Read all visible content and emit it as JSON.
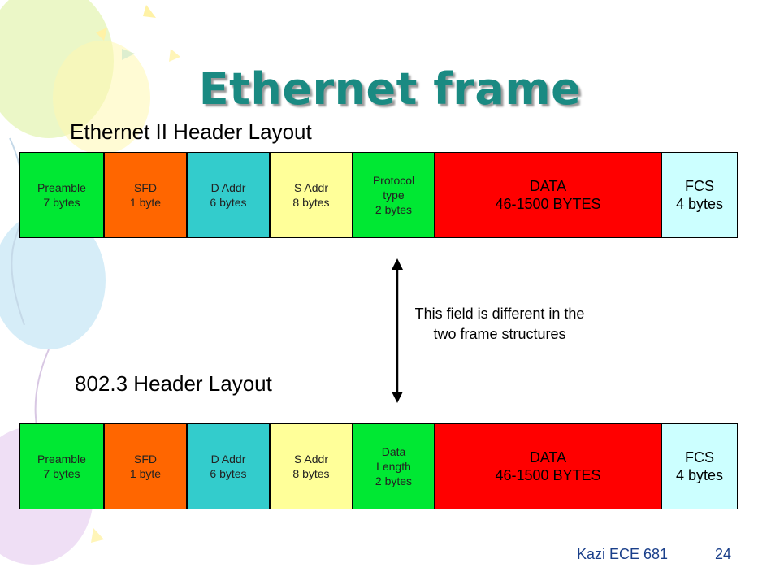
{
  "slide": {
    "title": "Ethernet frame",
    "footer_text": "Kazi ECE 681",
    "page_number": "24"
  },
  "frames": [
    {
      "heading": "Ethernet II Header Layout",
      "fields": [
        {
          "label": "Preamble\n7 bytes",
          "color": "#00e833"
        },
        {
          "label": "SFD\n1 byte",
          "color": "#ff6600"
        },
        {
          "label": "D Addr\n6 bytes",
          "color": "#33cccc"
        },
        {
          "label": "S Addr\n8 bytes",
          "color": "#ffff99"
        },
        {
          "label": "Protocol\ntype\n2 bytes",
          "color": "#00e833"
        },
        {
          "label": "DATA\n46-1500 BYTES",
          "color": "#ff0000"
        },
        {
          "label": "FCS\n4 bytes",
          "color": "#ccffff"
        }
      ]
    },
    {
      "heading": "802.3 Header Layout",
      "fields": [
        {
          "label": "Preamble\n7 bytes",
          "color": "#00e833"
        },
        {
          "label": "SFD\n1 byte",
          "color": "#ff6600"
        },
        {
          "label": "D Addr\n6 bytes",
          "color": "#33cccc"
        },
        {
          "label": "S Addr\n8 bytes",
          "color": "#ffff99"
        },
        {
          "label": "Data\nLength\n2 bytes",
          "color": "#00e833"
        },
        {
          "label": "DATA\n46-1500 BYTES",
          "color": "#ff0000"
        },
        {
          "label": "FCS\n4 bytes",
          "color": "#ccffff"
        }
      ]
    }
  ],
  "annotation": {
    "text": "This field is different in the\ntwo frame structures",
    "arrow_icon": "double-headed-vertical-arrow"
  },
  "decoration": {
    "theme": "pastel balloons",
    "colors": [
      "#e6f4b8",
      "#fff6a8",
      "#c8e7f5",
      "#e8d4f0"
    ]
  }
}
